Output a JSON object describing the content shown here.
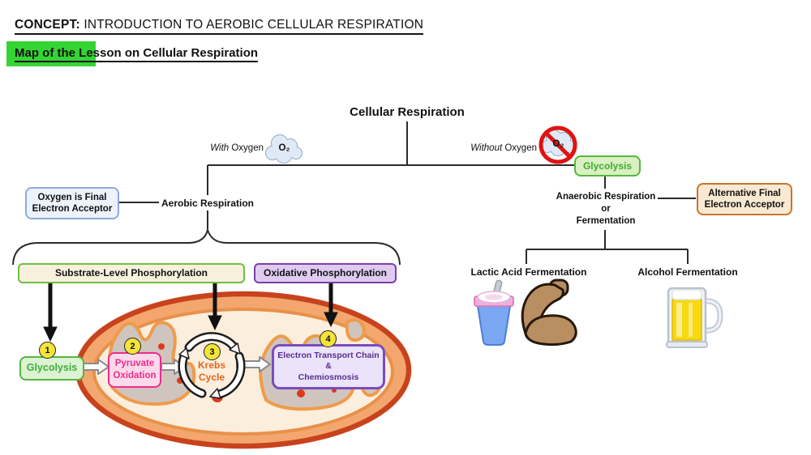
{
  "header": {
    "concept_label": "CONCEPT:",
    "concept_text": " INTRODUCTION TO AEROBIC CELLULAR RESPIRATION",
    "lesson_title": "Map of the Lesson on Cellular Respiration"
  },
  "tree": {
    "root": "Cellular Respiration",
    "with_oxygen_italic": "With",
    "with_oxygen_rest": " Oxygen",
    "o2": "O₂",
    "without_oxygen_italic": "Without",
    "without_oxygen_rest": " Oxygen",
    "aerobic": "Aerobic Respiration",
    "oxygen_box_line1": "Oxygen is Final",
    "oxygen_box_line2": "Electron Acceptor",
    "glycolysis_anaerobic": "Glycolysis",
    "anaerobic_line1": "Anaerobic Respiration",
    "anaerobic_line2": "or",
    "anaerobic_line3": "Fermentation",
    "alt_box_line1": "Alternative Final",
    "alt_box_line2": "Electron Acceptor",
    "lactic": "Lactic Acid Fermentation",
    "alcohol": "Alcohol Fermentation"
  },
  "pathway": {
    "substrate": "Substrate-Level Phosphorylation",
    "oxidative": "Oxidative Phosphorylation",
    "step1_num": "1",
    "step1_label": "Glycolysis",
    "step2_num": "2",
    "step2_line1": "Pyruvate",
    "step2_line2": "Oxidation",
    "step3_num": "3",
    "step3_line1": "Krebs",
    "step3_line2": "Cycle",
    "step4_num": "4",
    "step4_line1": "Electron Transport Chain",
    "step4_line2": "&",
    "step4_line3": "Chemiosmosis"
  },
  "icons": {
    "with_oxygen": "oxygen-cloud-icon",
    "without_oxygen": "no-oxygen-cloud-icon",
    "lactic_icon_1": "yogurt-icon",
    "lactic_icon_2": "muscle-arm-icon",
    "alcohol_icon": "beer-mug-icon",
    "organelle": "mitochondrion-illustration"
  },
  "colors": {
    "highlight_green": "#35d435",
    "green_border": "#55b83a",
    "purple_border": "#7b3fa8",
    "pink_border": "#ee2c8c",
    "orange_border": "#c8742f",
    "blue_border": "#8fa9d9",
    "badge_yellow": "#f4e43a",
    "mito_outer": "#c8431d",
    "prohibition_red": "#e01212",
    "krebs_text_orange": "#e2661c"
  }
}
